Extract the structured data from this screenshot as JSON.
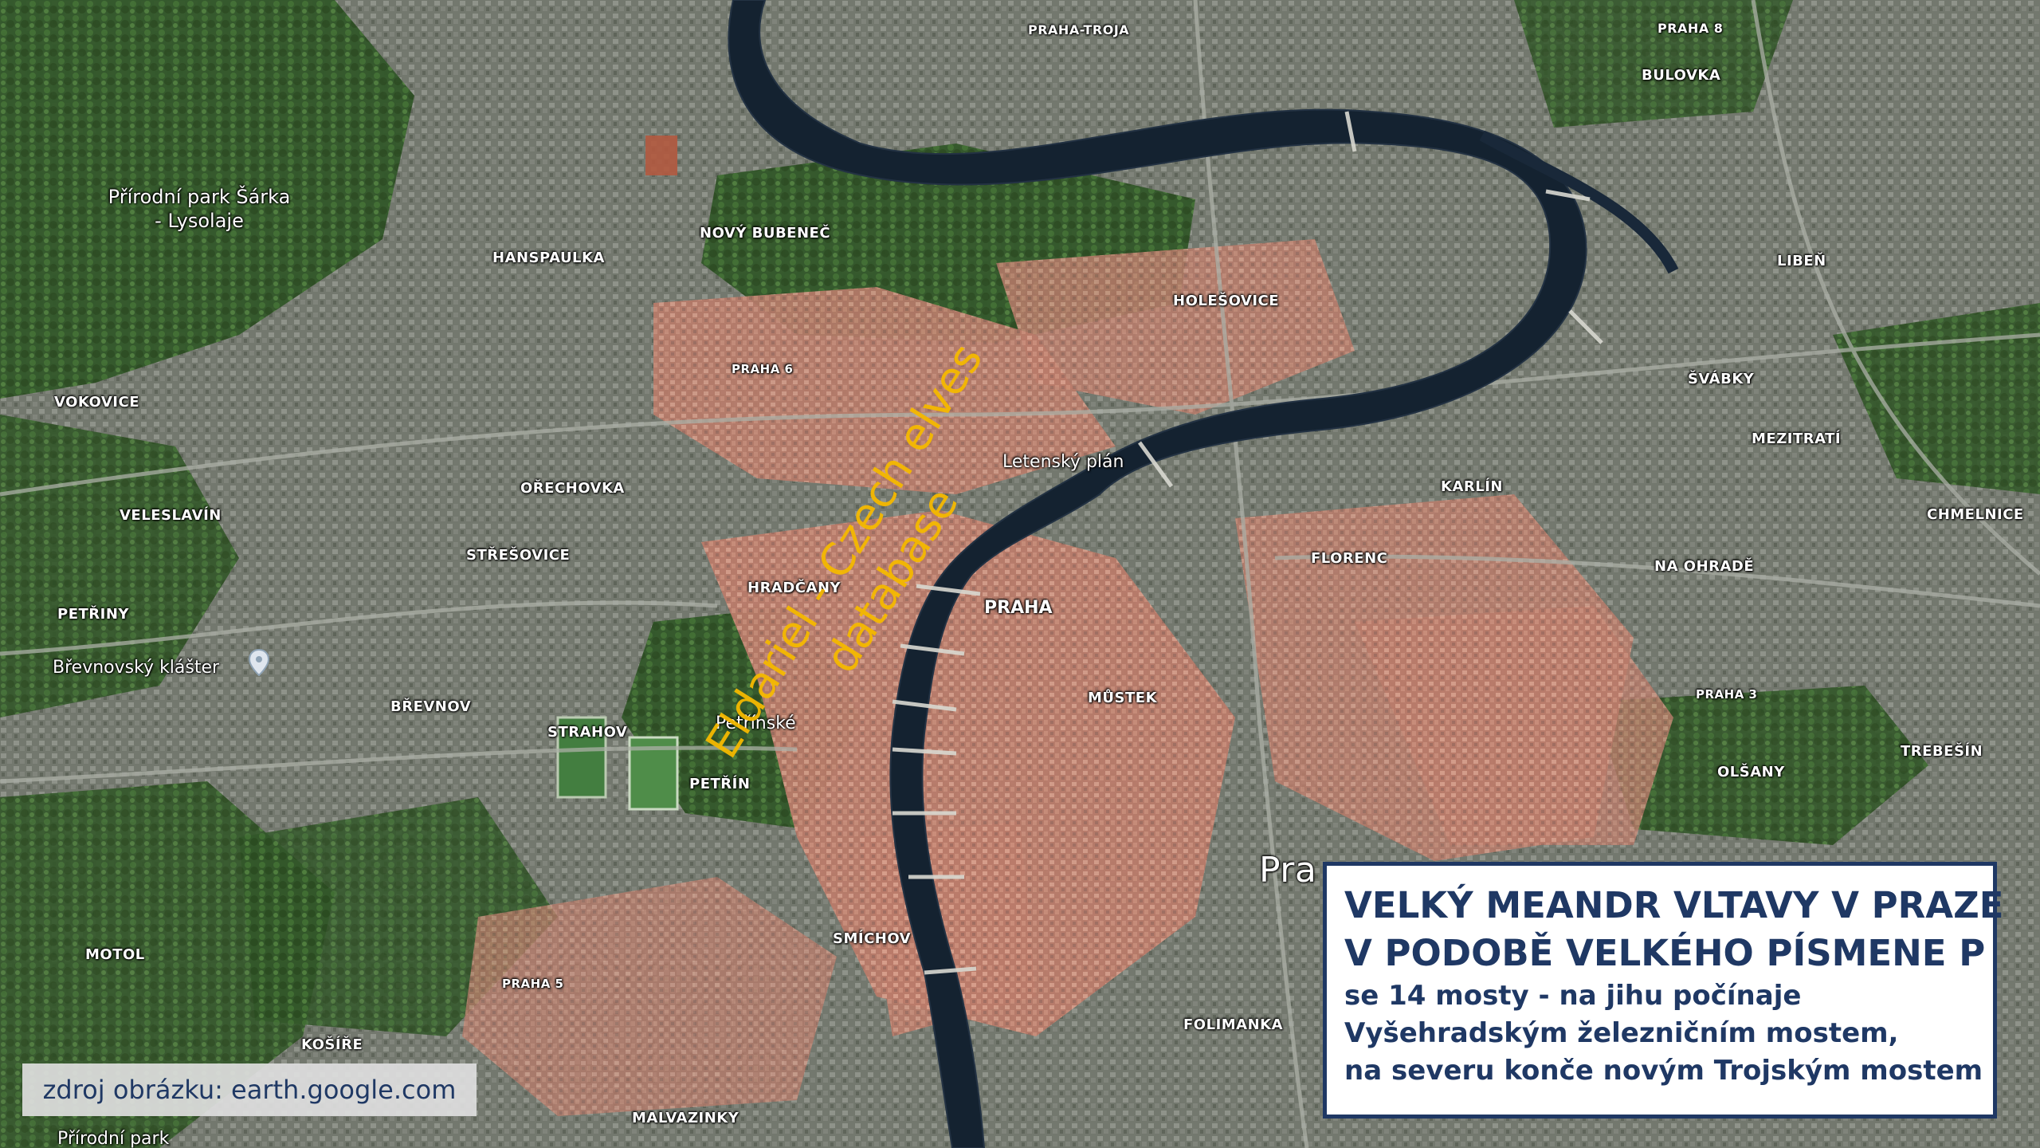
{
  "colors": {
    "title_box_border": "#1f3864",
    "title_text": "#1f3864",
    "watermark": "#f5b900",
    "source_box_bg": "#dedede",
    "label_text": "#ffffff",
    "river": "#0d1b2a",
    "urban": "#c9826f",
    "vegetation": "#2f5a26"
  },
  "map_labels": {
    "prirodni_park": "Přírodní park Šárka - Lysolaje",
    "novy_bubenec": "NOVÝ BUBENEČ",
    "hanspaulka": "HANSPAULKA",
    "praha_troja": "PRAHA-TROJA",
    "praha_8": "PRAHA 8",
    "bulovka": "BULOVKA",
    "liben": "LIBEŇ",
    "holesovice": "HOLEŠOVICE",
    "praha_6": "PRAHA 6",
    "vokovice": "VOKOVICE",
    "svabky": "ŠVÁBKY",
    "mezitrati": "MEZITRATÍ",
    "letensky_plan": "Letenský plán",
    "orechovka": "OŘECHOVKA",
    "karlin": "KARLÍN",
    "veleslavin": "VELESLAVÍN",
    "chmelnice": "CHMELNICE",
    "stresovice": "STŘEŠOVICE",
    "florenc": "FLORENC",
    "na_ohrade": "NA OHRADĚ",
    "hradcany": "HRADČANY",
    "praha_center": "PRAHA",
    "petriny": "PETŘINY",
    "brevnovsky_klaster": "Břevnovský klášter",
    "brevnov": "BŘEVNOV",
    "mustek": "MŮSTEK",
    "praha_3": "PRAHA 3",
    "strahov": "STRAHOV",
    "petrinske": "Petřínské",
    "trebesin": "TREBEŠÍN",
    "petrin": "PETŘÍN",
    "olsany": "OLŠANY",
    "praha_partial": "Pra",
    "motol": "MOTOL",
    "smichov": "SMÍCHOV",
    "praha_5": "PRAHA 5",
    "folimanka": "FOLIMANKA",
    "kosire": "KOŠÍŘE",
    "malvazinky": "MALVAZINKY",
    "prirodni_park_bottom": "Přírodní park"
  },
  "watermark": {
    "line1": "Eldariel - Czech elves",
    "line2": "database"
  },
  "source": {
    "text": "zdroj obrázku: earth.google.com"
  },
  "title_box": {
    "line1": "VELKÝ MEANDR VLTAVY V PRAZE",
    "line2": "V PODOBĚ VELKÉHO PÍSMENE P",
    "line3": "se 14 mosty - na jihu počínaje",
    "line4": "Vyšehradským železničním mostem,",
    "line5": "na severu konče novým Trojským mostem"
  },
  "icons": {
    "map_pin": "location-pin-icon"
  }
}
